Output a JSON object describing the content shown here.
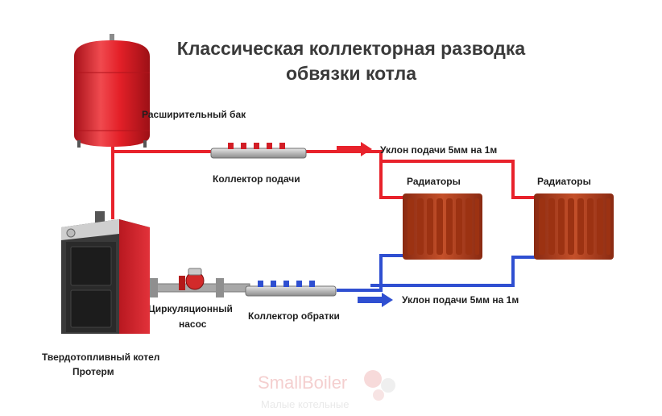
{
  "title": {
    "line1": "Классическая коллекторная разводка",
    "line2": "обвязки котла"
  },
  "labels": {
    "expansion_tank": "Расширительный бак",
    "supply_manifold": "Коллектор подачи",
    "supply_slope": "Уклон подачи 5мм на 1м",
    "radiators_1": "Радиаторы",
    "radiators_2": "Радиаторы",
    "pump_line1": "Циркуляционный",
    "pump_line2": "насос",
    "return_manifold": "Коллектор обратки",
    "return_slope": "Уклон подачи 5мм на 1м",
    "boiler_line1": "Твердотопливный котел",
    "boiler_line2": "Протерм"
  },
  "watermark": {
    "brand": "SmallBoiler",
    "tagline": "Малые котельные"
  },
  "colors": {
    "supply_pipe": "#e8222b",
    "return_pipe": "#2f4fd1",
    "radiator": "#b23a1a",
    "tank": "#e42028",
    "boiler_side": "#d8232a",
    "boiler_front": "#2a2a2a"
  }
}
